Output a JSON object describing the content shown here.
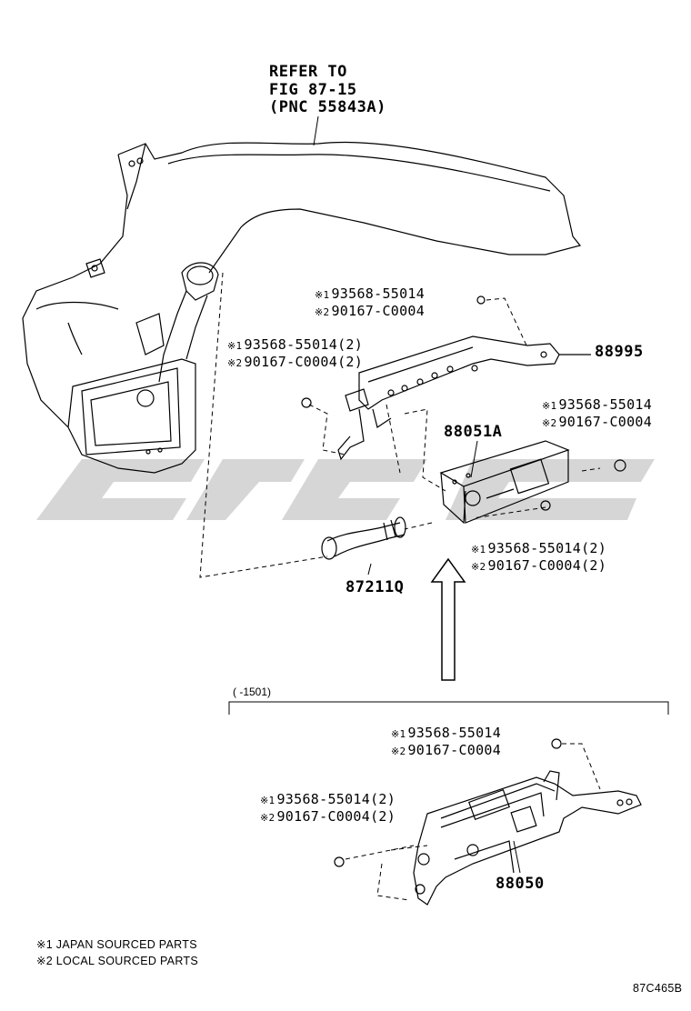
{
  "reference": {
    "line1": "REFER TO",
    "line2": "FIG 87-15",
    "line3": "(PNC 55843A)"
  },
  "parts": {
    "p88995": "88995",
    "p88051A": "88051A",
    "p87211Q": "87211Q",
    "p88050": "88050"
  },
  "callouts": {
    "a1": "93568-55014",
    "a2": "90167-C0004",
    "b1": "93568-55014(2)",
    "b2": "90167-C0004(2)",
    "c1": "93568-55014",
    "c2": "90167-C0004",
    "d1": "93568-55014(2)",
    "d2": "90167-C0004(2)",
    "e1": "93568-55014",
    "e2": "90167-C0004",
    "f1": "93568-55014(2)",
    "f2": "90167-C0004(2)"
  },
  "marks": {
    "m1": "※1",
    "m2": "※2"
  },
  "section": {
    "range": "(      -1501)"
  },
  "legend": {
    "line1": "※1 JAPAN SOURCED PARTS",
    "line2": "※2 LOCAL SOURCED PARTS"
  },
  "figure_id": "87C465B",
  "colors": {
    "line": "#000000",
    "watermark": "#d4d4d4"
  }
}
